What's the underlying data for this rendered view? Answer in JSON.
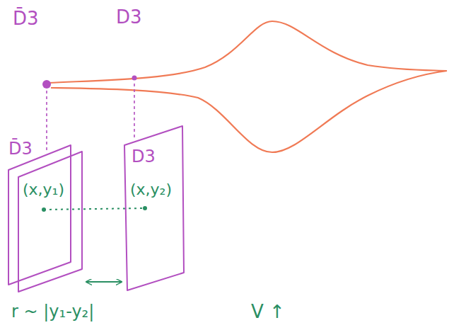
{
  "diagram": {
    "nodes": [
      {
        "text": [
          "D̄3",
          "(x,y₁)"
        ]
      },
      {
        "text": [
          "D3",
          "(x,y₂)"
        ]
      }
    ],
    "edges": [
      {
        "from": 0,
        "to": 1,
        "arrow": "both"
      }
    ],
    "labels": [
      "D̄3",
      "D3",
      "r ~ |y₁-y₂|",
      "V ↑"
    ]
  }
}
